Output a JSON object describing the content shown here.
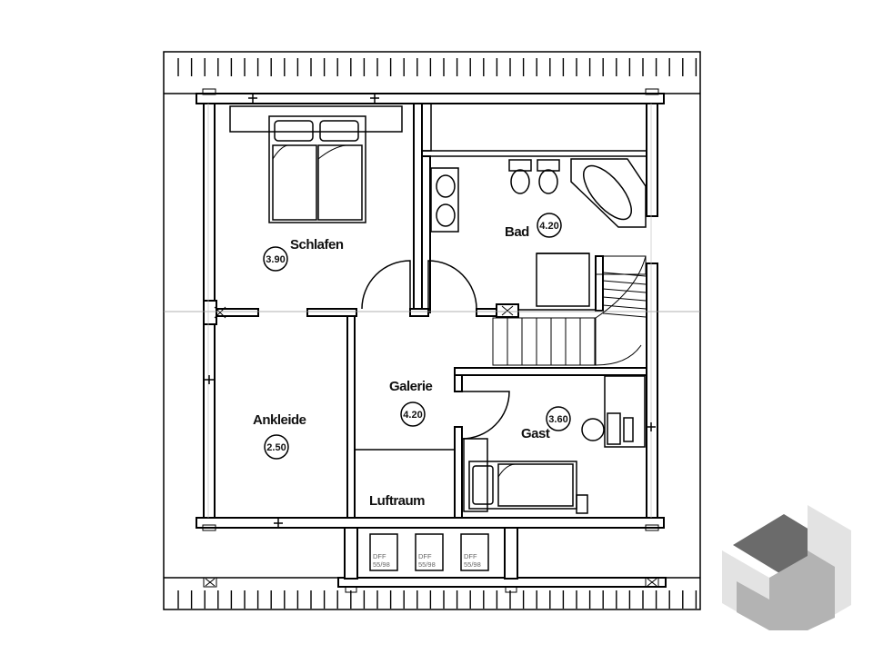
{
  "rooms": {
    "schlafen": {
      "name": "Schlafen",
      "area": "3.90"
    },
    "bad": {
      "name": "Bad",
      "area": "4.20"
    },
    "galerie": {
      "name": "Galerie",
      "area": "4.20"
    },
    "ankleide": {
      "name": "Ankleide",
      "area": "2.50"
    },
    "gast": {
      "name": "Gast",
      "area": "3.60"
    },
    "luftraum": {
      "name": "Luftraum"
    }
  },
  "skylights": [
    {
      "line1": "DFF",
      "line2": "55/98"
    },
    {
      "line1": "DFF",
      "line2": "55/98"
    },
    {
      "line1": "DFF",
      "line2": "55/98"
    }
  ],
  "colors": {
    "ink": "#000000",
    "logo_dark": "#6b6b6b",
    "logo_mid": "#b3b3b3",
    "logo_light": "#e3e3e3"
  },
  "icons": [
    "cube-logo-icon"
  ]
}
